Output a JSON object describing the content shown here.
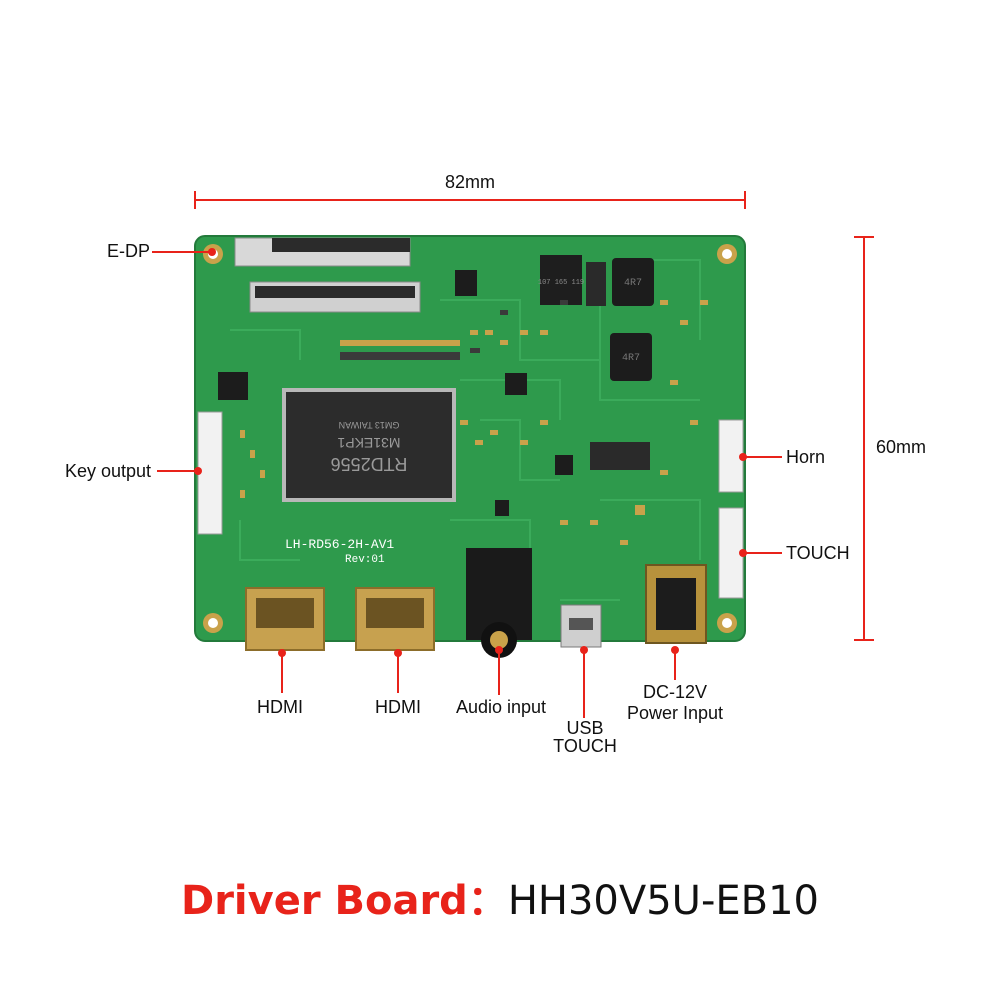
{
  "dimensions": {
    "width": "82mm",
    "height": "60mm"
  },
  "board": {
    "silkscreen": {
      "model": "LH-RD56-2H-AV1",
      "rev": "Rev:01",
      "chip_brand": "RTD2556",
      "chip_code": "M31EKP1",
      "chip_origin": "GM13 TAIWAN",
      "coil_1": "4R7",
      "coil_2": "4R7",
      "ic_small": "107 165 119"
    }
  },
  "labels": {
    "edp": "E-DP",
    "key_output": "Key output",
    "horn": "Horn",
    "touch": "TOUCH",
    "hdmi_1": "HDMI",
    "hdmi_2": "HDMI",
    "audio_input": "Audio input",
    "usb_touch_line1": "USB",
    "usb_touch_line2": "TOUCH",
    "dc_line1": "DC-12V",
    "dc_line2": "Power Input"
  },
  "caption": {
    "key": "Driver Board：",
    "value": "HH30V5U-EB10"
  },
  "colors": {
    "annotation": "#e8231a",
    "pcb": "#2e9a4c",
    "pcb_trace": "#3fb05f",
    "gold": "#c9a24a"
  }
}
